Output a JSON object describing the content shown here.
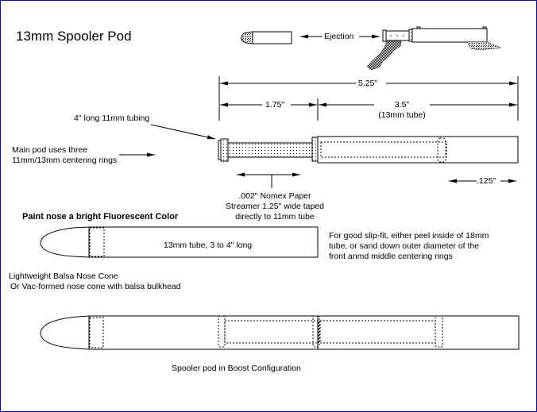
{
  "title": "13mm Spooler Pod",
  "ejection_label": "Ejection",
  "dimensions": {
    "overall": "5.25\"",
    "forward": "1.75\"",
    "aft": "3.5\"",
    "aft_note": "(13mm tube)",
    "ring_offset": ".125\""
  },
  "annotations": {
    "tubing": "4\" long 11mm tubing",
    "rings_line1": "Main pod uses three",
    "rings_line2": "11mm/13mm centering rings",
    "streamer_line1": ".002\" Nomex Paper",
    "streamer_line2": "Streamer 1.25\" wide taped",
    "streamer_line3": "directly to 11mm tube",
    "paint_nose": "Paint nose a bright Fluorescent Color",
    "nose_tube": "13mm tube, 3 to 4\" long",
    "slipfit_line1": "For good slip-fit, either peel inside of 18mm",
    "slipfit_line2": "tube, or sand down outer diameter of the",
    "slipfit_line3": "front anmd middle centering rings",
    "nose_cone_line1": "Lightweight Balsa Nose Cone",
    "nose_cone_line2": "Or Vac-formed nose cone with balsa bulkhead",
    "boost_caption": "Spooler pod in Boost Configuration"
  },
  "colors": {
    "border": "#0000cc",
    "ink": "#000000"
  }
}
